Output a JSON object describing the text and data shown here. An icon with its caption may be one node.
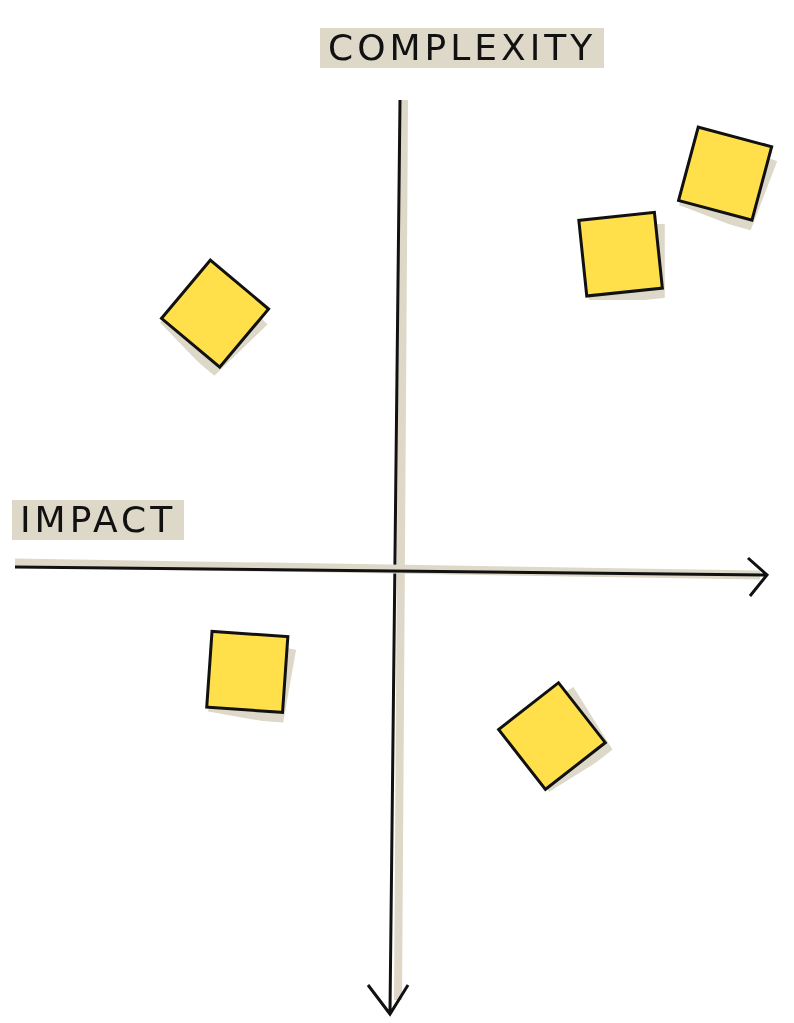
{
  "diagram": {
    "nodes": [
      {
        "text": [],
        "shape": "box"
      },
      {
        "text": [],
        "shape": "box"
      },
      {
        "text": [],
        "shape": "box"
      },
      {
        "text": [],
        "shape": "box"
      },
      {
        "text": [],
        "shape": "box"
      }
    ],
    "labels": [
      "COMPLEXITY",
      "IMPACT"
    ]
  }
}
